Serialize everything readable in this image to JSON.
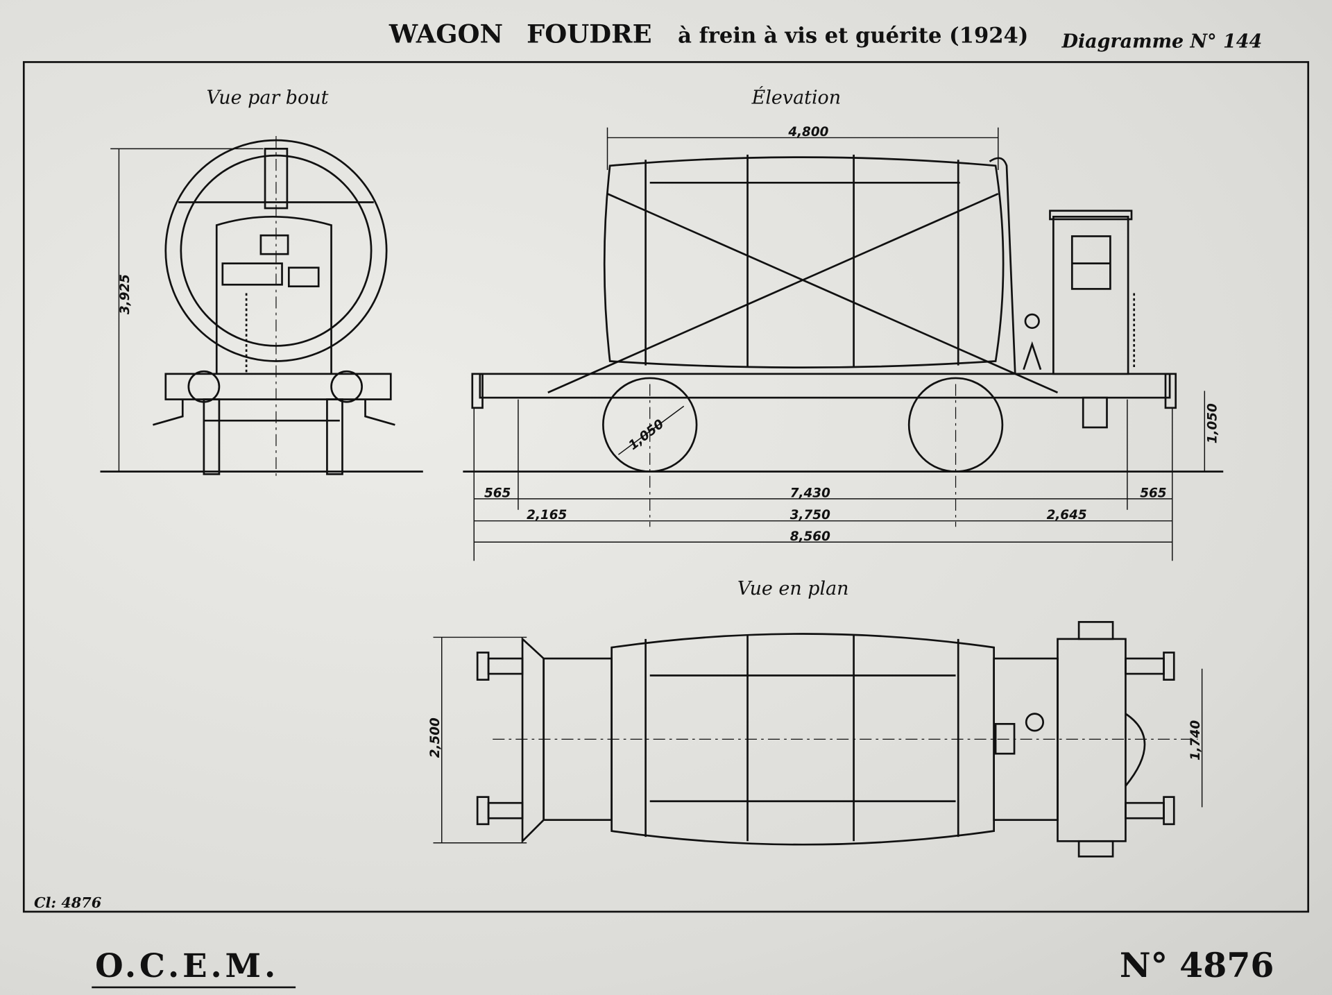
{
  "title": {
    "main_1": "WAGON",
    "main_2": "FOUDRE",
    "subtitle": "à frein à vis et guérite (1924)",
    "diagram": "Diagramme N° 144"
  },
  "views": {
    "end": "Vue par bout",
    "elevation": "Élevation",
    "plan": "Vue en plan"
  },
  "dimensions": {
    "end_height": "3,925",
    "barrel_length": "4,800",
    "wheel_dia": "1,050",
    "buffer_height": "1,050",
    "overhang_left": "565",
    "frame_length": "7,430",
    "overhang_right": "565",
    "left_to_axle": "2,165",
    "wheelbase": "3,750",
    "axle_to_right": "2,645",
    "overall_length": "8,560",
    "plan_width": "2,500",
    "plan_buffer_spacing": "1,740"
  },
  "footer": {
    "cl": "Cl: 4876",
    "company": "O.C.E.M.",
    "number": "N° 4876"
  }
}
